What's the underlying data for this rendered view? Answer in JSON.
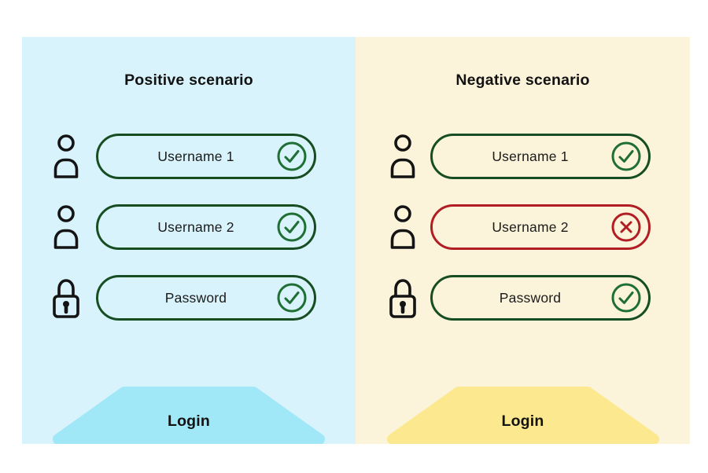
{
  "colors": {
    "positive_panel_bg": "#d8f3fb",
    "positive_button_bg": "#a0e7f7",
    "negative_panel_bg": "#fbf4da",
    "negative_button_bg": "#fce98f",
    "field_border_green": "#174d22",
    "status_green": "#1f6e33",
    "status_red": "#b01e24",
    "text": "#141414"
  },
  "panels": [
    {
      "title": "Positive scenario",
      "fields": [
        {
          "label": "Username 1",
          "icon": "user-icon",
          "status": "valid"
        },
        {
          "label": "Username 2",
          "icon": "user-icon",
          "status": "valid"
        },
        {
          "label": "Password",
          "icon": "lock-icon",
          "status": "valid"
        }
      ],
      "button_label": "Login"
    },
    {
      "title": "Negative scenario",
      "fields": [
        {
          "label": "Username 1",
          "icon": "user-icon",
          "status": "valid"
        },
        {
          "label": "Username 2",
          "icon": "user-icon",
          "status": "invalid"
        },
        {
          "label": "Password",
          "icon": "lock-icon",
          "status": "valid"
        }
      ],
      "button_label": "Login"
    }
  ]
}
